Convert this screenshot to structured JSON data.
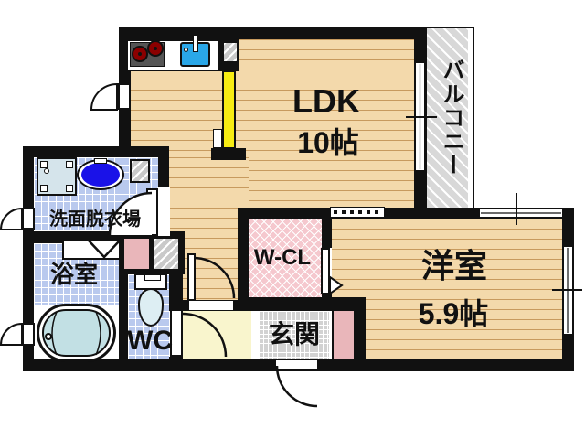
{
  "rooms": {
    "ldk": {
      "label": "LDK",
      "size": "10帖"
    },
    "western": {
      "label": "洋室",
      "size": "5.9帖"
    },
    "balcony": {
      "label": "バルコニー"
    },
    "washroom": {
      "label": "洗面脱衣場"
    },
    "bathroom": {
      "label": "浴室"
    },
    "toilet": {
      "label": "WC"
    },
    "closet": {
      "label": "W-CL"
    },
    "entrance": {
      "label": "玄関"
    }
  },
  "fixtures": {
    "kitchen": [
      "gas-stove",
      "kitchen-sink"
    ],
    "washroom": [
      "washing-machine-pan",
      "washbasin"
    ],
    "bathroom": [
      "bathtub"
    ],
    "toilet": [
      "toilet-bowl"
    ]
  },
  "colors": {
    "wall": "#111111",
    "wood_floor": "#f3d9ab",
    "tile_floor": "#b9c9ee",
    "closet_pink": "#f5c8ce",
    "hall_yellow": "#f9f5cd",
    "entrance_gray": "#d2d2d2",
    "accent_pink": "#e9b6ba",
    "balcony_gray": "#d8d8d8",
    "counter_yellow": "#f7ec13",
    "sink_blue": "#2aa7e8",
    "basin_blue": "#1a12e8",
    "bathtub_cyan": "#c2e0e4"
  }
}
